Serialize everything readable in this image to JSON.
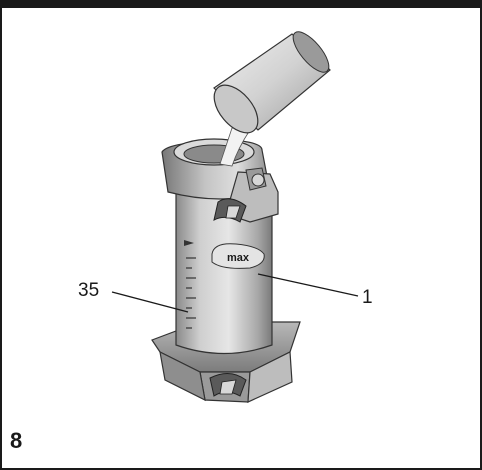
{
  "figure": {
    "number": "8",
    "max_label": "max",
    "callouts": [
      {
        "label": "35"
      },
      {
        "label": "1"
      }
    ]
  },
  "colors": {
    "frame": "#1a1a1a",
    "metal_light": "#dcdcdc",
    "metal_mid": "#a9a9a9",
    "metal_dark": "#6e6e6e",
    "powder": "#f2f2f2"
  }
}
